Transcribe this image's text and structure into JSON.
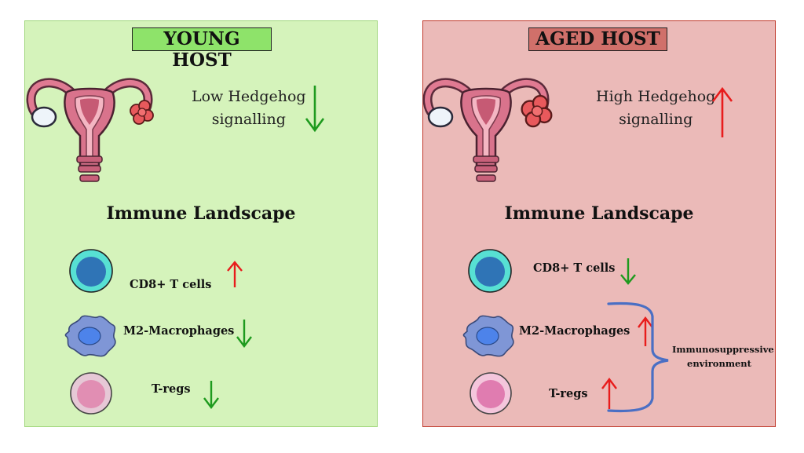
{
  "young": {
    "title": "YOUNG HOST",
    "signal_line1": "Low Hedgehog",
    "signal_line2": "signalling",
    "signal_trend": "down",
    "heading": "Immune Landscape",
    "cells": [
      {
        "label": "CD8+ T cells",
        "trend": "up"
      },
      {
        "label": "M2-Macrophages",
        "trend": "down"
      },
      {
        "label": "T-regs",
        "trend": "down"
      }
    ]
  },
  "aged": {
    "title": "AGED HOST",
    "signal_line1": "High Hedgehog",
    "signal_line2": "signalling",
    "signal_trend": "up",
    "heading": "Immune Landscape",
    "cells": [
      {
        "label": "CD8+ T cells",
        "trend": "down"
      },
      {
        "label": "M2-Macrophages",
        "trend": "up"
      },
      {
        "label": "T-regs",
        "trend": "up"
      }
    ],
    "bracket_note_line1": "Immunosuppressive",
    "bracket_note_line2": "environment"
  },
  "colors": {
    "young_panel": "#d5f3bb",
    "young_title": "#8ee36a",
    "aged_panel": "#ebbab8",
    "aged_title": "#d0706a",
    "arrow_up": "#e81c1c",
    "arrow_down": "#1e9a1e",
    "bracket": "#4a6fc4"
  }
}
